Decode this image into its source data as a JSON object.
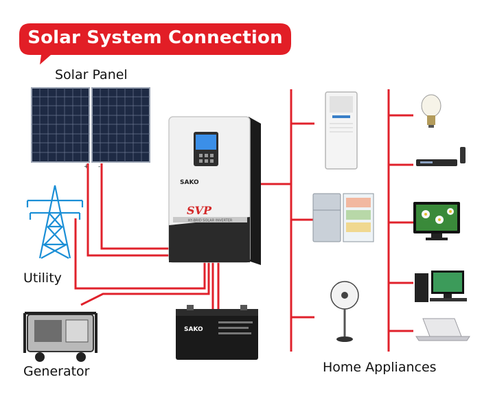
{
  "title": "Solar System Connection",
  "labels": {
    "solar_panel": "Solar Panel",
    "utility": "Utility",
    "generator": "Generator",
    "home_appliances": "Home Appliances",
    "pv_plus": "+",
    "pv_minus": "-"
  },
  "inverter": {
    "brand": "SAKO",
    "model": "SVP",
    "subtitle": "HY-BRID SOLAR INVERTER"
  },
  "battery": {
    "brand": "SAKO"
  },
  "appliances": [
    "air-conditioner",
    "refrigerator",
    "fan",
    "light-bulb",
    "dvd-player",
    "tv",
    "desktop-computer",
    "laptop"
  ],
  "colors": {
    "banner": "#e21e26",
    "wire": "#e0212b",
    "panel": "#1e2a44",
    "tower": "#1b8fd6"
  }
}
